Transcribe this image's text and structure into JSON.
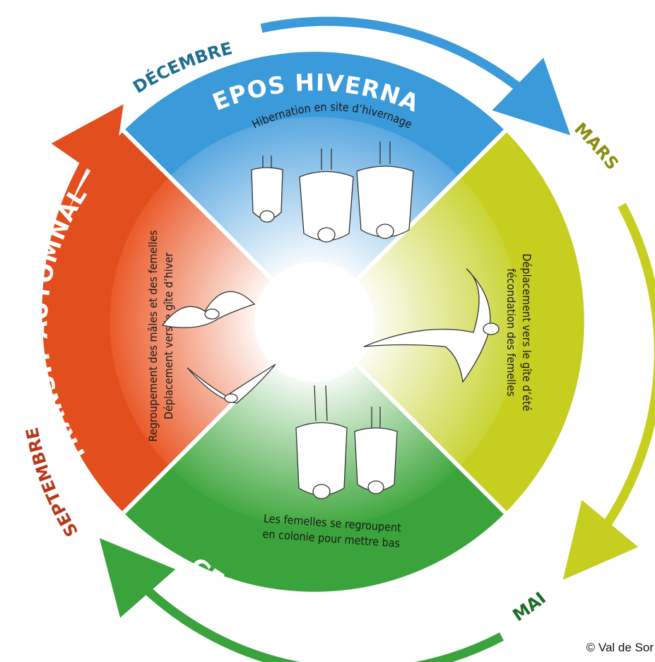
{
  "seasons": {
    "winter": {
      "title": "REPOS HIVERNAL",
      "description": [
        "Hibernation en site d’hivernage"
      ],
      "color": "#3b9ad9"
    },
    "spring": {
      "title": "TRANSIT PRINTANIER",
      "description": [
        "Déplacement vers le gîte d’été",
        "fécondation des femelles"
      ],
      "color": "#c6cf1f"
    },
    "summer": {
      "title": "GESTATION ET MISE-BAS",
      "description": [
        "Les femelles se regroupent",
        "en colonie pour mettre bas"
      ],
      "color": "#3aa33b"
    },
    "autumn": {
      "title": "TRANSIT AUTOMNAL",
      "description": [
        "Regroupement des mâles et des femelles",
        "Déplacement vers le gîte d’hiver"
      ],
      "color": "#e24e1d"
    }
  },
  "months": {
    "december": {
      "label": "DÉCEMBRE",
      "color": "#1f6f8f"
    },
    "march": {
      "label": "MARS",
      "color": "#8a8f10"
    },
    "may": {
      "label": "MAI",
      "color": "#1e6e25"
    },
    "september": {
      "label": "SEPTEMBRE",
      "color": "#b8381a"
    }
  },
  "arrows": {
    "winter": "#3b9ad9",
    "spring": "#c6cf1f",
    "summer": "#3aa33b",
    "autumn": "#e24e1d"
  },
  "credit": "© Val de Sor",
  "icons": [
    "hanging-bat-icon",
    "flying-bat-icon"
  ]
}
